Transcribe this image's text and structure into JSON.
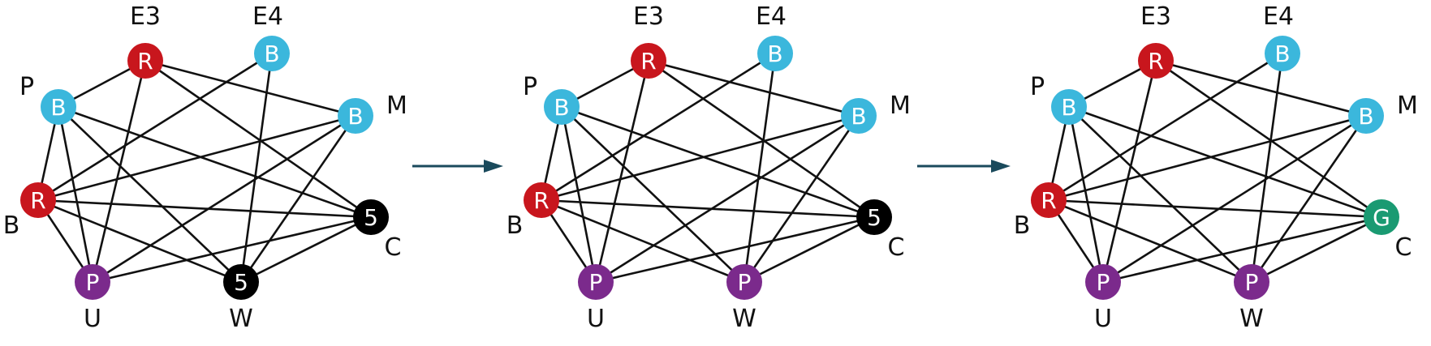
{
  "node_colors": {
    "R": "#c8161d",
    "B": "#3bb7dc",
    "P": "#7b2a8c",
    "5": "#000000",
    "G": "#1a9a72"
  },
  "arrow_color": "#1a4a5c",
  "graphs": [
    {
      "nodes": [
        {
          "id": "E3",
          "label": "E3",
          "value": "R"
        },
        {
          "id": "E4",
          "label": "E4",
          "value": "B"
        },
        {
          "id": "P",
          "label": "P",
          "value": "B"
        },
        {
          "id": "M",
          "label": "M",
          "value": "B"
        },
        {
          "id": "B",
          "label": "B",
          "value": "R"
        },
        {
          "id": "C",
          "label": "C",
          "value": "5"
        },
        {
          "id": "U",
          "label": "U",
          "value": "P"
        },
        {
          "id": "W",
          "label": "W",
          "value": "5"
        }
      ]
    },
    {
      "nodes": [
        {
          "id": "E3",
          "label": "E3",
          "value": "R"
        },
        {
          "id": "E4",
          "label": "E4",
          "value": "B"
        },
        {
          "id": "P",
          "label": "P",
          "value": "B"
        },
        {
          "id": "M",
          "label": "M",
          "value": "B"
        },
        {
          "id": "B",
          "label": "B",
          "value": "R"
        },
        {
          "id": "C",
          "label": "C",
          "value": "5"
        },
        {
          "id": "U",
          "label": "U",
          "value": "P"
        },
        {
          "id": "W",
          "label": "W",
          "value": "P"
        }
      ]
    },
    {
      "nodes": [
        {
          "id": "E3",
          "label": "E3",
          "value": "R"
        },
        {
          "id": "E4",
          "label": "E4",
          "value": "B"
        },
        {
          "id": "P",
          "label": "P",
          "value": "B"
        },
        {
          "id": "M",
          "label": "M",
          "value": "B"
        },
        {
          "id": "B",
          "label": "B",
          "value": "R"
        },
        {
          "id": "C",
          "label": "C",
          "value": "G"
        },
        {
          "id": "U",
          "label": "U",
          "value": "P"
        },
        {
          "id": "W",
          "label": "W",
          "value": "P"
        }
      ]
    }
  ],
  "edges": [
    [
      "E3",
      "P"
    ],
    [
      "E3",
      "M"
    ],
    [
      "E3",
      "C"
    ],
    [
      "E3",
      "U"
    ],
    [
      "E4",
      "B"
    ],
    [
      "E4",
      "W"
    ],
    [
      "P",
      "B"
    ],
    [
      "P",
      "U"
    ],
    [
      "P",
      "W"
    ],
    [
      "P",
      "C"
    ],
    [
      "M",
      "B"
    ],
    [
      "M",
      "U"
    ],
    [
      "M",
      "W"
    ],
    [
      "B",
      "C"
    ],
    [
      "B",
      "U"
    ],
    [
      "B",
      "W"
    ],
    [
      "C",
      "U"
    ],
    [
      "C",
      "W"
    ]
  ]
}
